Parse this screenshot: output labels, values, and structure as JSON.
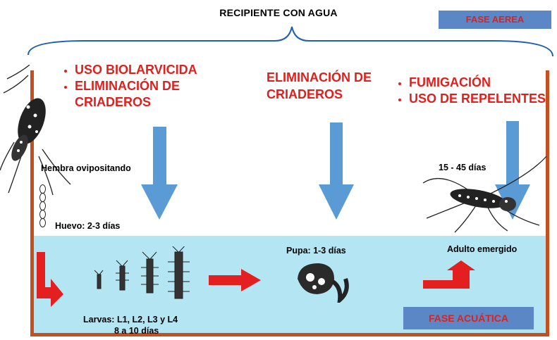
{
  "title": "RECIPIENTE CON AGUA",
  "fase_aerea": "FASE AEREA",
  "fase_acuatica": "FASE ACUÁTICA",
  "left_list": [
    "USO BIOLARVICIDA",
    "ELIMINACIÓN DE CRIADEROS"
  ],
  "middle_text": "ELIMINACIÓN DE CRIADEROS",
  "right_list": [
    "FUMIGACIÓN",
    "USO DE REPELENTES"
  ],
  "labels": {
    "hembra": "Hembra ovipositando",
    "huevo": "Huevo: 2-3 días",
    "larvas": "Larvas: L1, L2, L3 y L4",
    "larvas_dias": "8 a 10 días",
    "pupa": "Pupa: 1-3 días",
    "adulto": "Adulto emergido",
    "adulto_dias": "15 - 45 días"
  },
  "colors": {
    "red": "#e0201c",
    "blue_arrow": "#5b9bd5",
    "water": "#b3e5f2",
    "container_border": "#c4501f",
    "label_box": "#5b87c6"
  },
  "icons": [
    "brace-icon",
    "mosquito-icon",
    "egg-icon",
    "larva-icon",
    "pupa-icon",
    "down-arrow-icon",
    "right-arrow-icon",
    "turn-arrow-icon"
  ]
}
